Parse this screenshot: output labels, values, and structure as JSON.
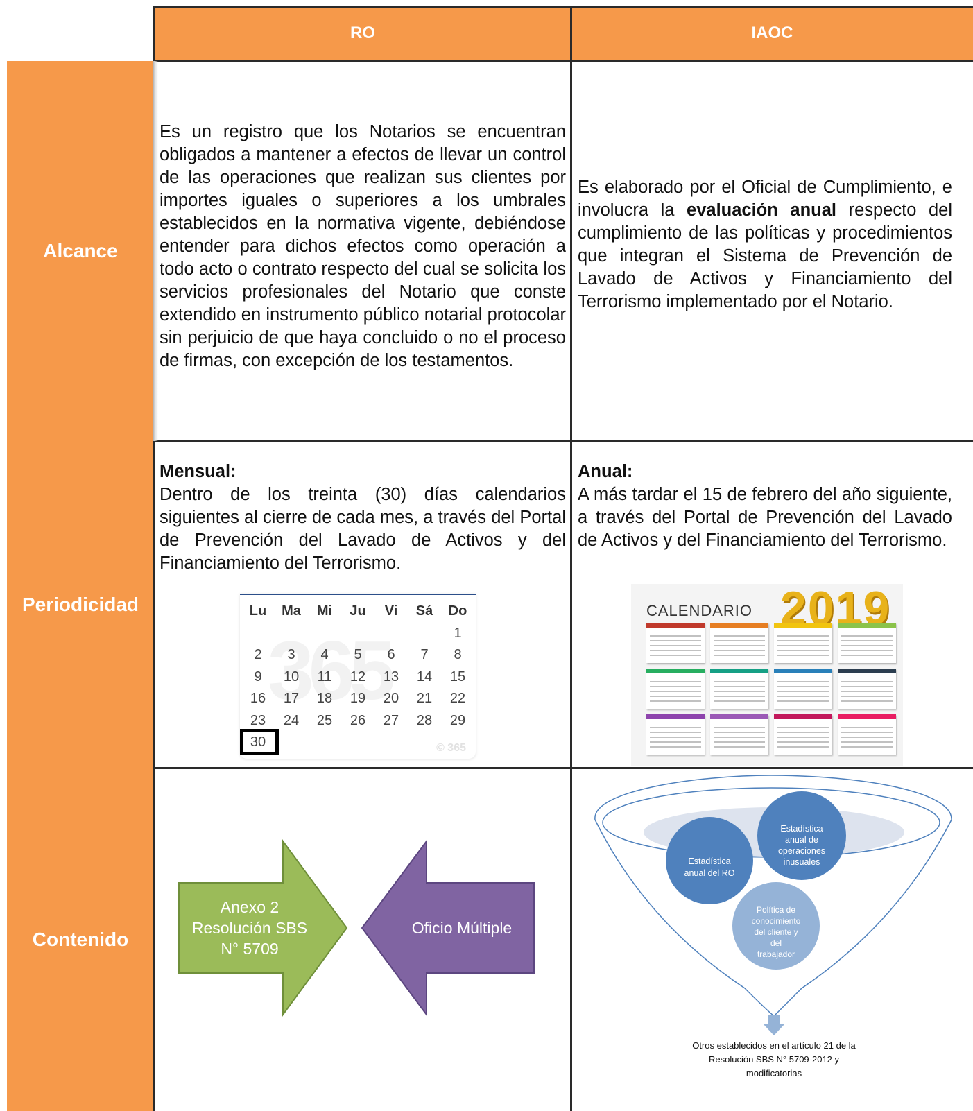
{
  "headers": {
    "col1": "RO",
    "col2": "IAOC"
  },
  "rows": {
    "alcance": {
      "label": "Alcance",
      "ro": "Es un registro que los Notarios se encuentran obligados a mantener a efectos de llevar un control de las operaciones que realizan sus clientes por importes iguales o superiores a los umbrales establecidos en la normativa vigente, debiéndose entender para dichos efectos como operación a todo acto o contrato respecto del cual se solicita los servicios profesionales del Notario que conste extendido en instrumento público notarial protocolar sin perjuicio de que haya concluido o no el proceso de firmas, con excepción de los testamentos.",
      "iaoc_pre": "Es elaborado por el Oficial de Cumplimiento, e involucra la ",
      "iaoc_bold": "evaluación anual",
      "iaoc_post": " respecto del cumplimiento de las políticas y procedimientos que integran el Sistema de Prevención de Lavado de Activos y Financiamiento del Terrorismo implementado por el Notario."
    },
    "periodicidad": {
      "label": "Periodicidad",
      "ro_title": "Mensual:",
      "ro_text": "Dentro de los treinta (30) días calendarios siguientes al cierre de cada mes, a través del Portal de Prevención del Lavado de Activos y del Financiamiento del Terrorismo.",
      "iaoc_title": "Anual:",
      "iaoc_text": "A más tardar el 15 de febrero del año siguiente, a través del Portal de Prevención del Lavado de Activos y del Financiamiento del Terrorismo."
    },
    "contenido": {
      "label": "Contenido",
      "arrow_left_lines": [
        "Anexo 2",
        "Resolución SBS",
        "N° 5709"
      ],
      "arrow_right": "Oficio Múltiple",
      "circle1_lines": [
        "Estadística",
        "anual del  RO"
      ],
      "circle2_lines": [
        "Estadística",
        "anual de",
        "operaciones",
        "inusuales"
      ],
      "circle3_lines": [
        "Política de",
        "conocimiento",
        "del cliente y",
        "del",
        "trabajador"
      ],
      "footer_lines": [
        "Otros establecidos en el artículo 21 de la",
        "Resolución SBS N° 5709-2012 y",
        "modificatorias"
      ]
    }
  },
  "month_calendar": {
    "weekdays": [
      "Lu",
      "Ma",
      "Mi",
      "Ju",
      "Vi",
      "Sá",
      "Do"
    ],
    "weeks": [
      [
        "",
        "",
        "",
        "",
        "",
        "",
        "1"
      ],
      [
        "2",
        "3",
        "4",
        "5",
        "6",
        "7",
        "8"
      ],
      [
        "9",
        "10",
        "11",
        "12",
        "13",
        "14",
        "15"
      ],
      [
        "16",
        "17",
        "18",
        "19",
        "20",
        "21",
        "22"
      ],
      [
        "23",
        "24",
        "25",
        "26",
        "27",
        "28",
        "29"
      ],
      [
        "30",
        "",
        "",
        "",
        "",
        "",
        ""
      ]
    ],
    "highlight": "30",
    "watermark": "© 365"
  },
  "year_calendar": {
    "title": "CALENDARIO",
    "year": "2019",
    "month_colors": [
      "#c0392b",
      "#e67e22",
      "#f1c40f",
      "#8bc34a",
      "#27ae60",
      "#16a085",
      "#2980b9",
      "#2c3e50",
      "#8e44ad",
      "#9b59b6",
      "#c2185b",
      "#e91e63"
    ]
  },
  "colors": {
    "header_orange": "#f6994a",
    "arrow_green": "#9bbb59",
    "arrow_purple": "#8064a2",
    "circle_dark": "#4f81bd",
    "circle_light": "#95b3d7",
    "funnel_line": "#4f81bd"
  }
}
